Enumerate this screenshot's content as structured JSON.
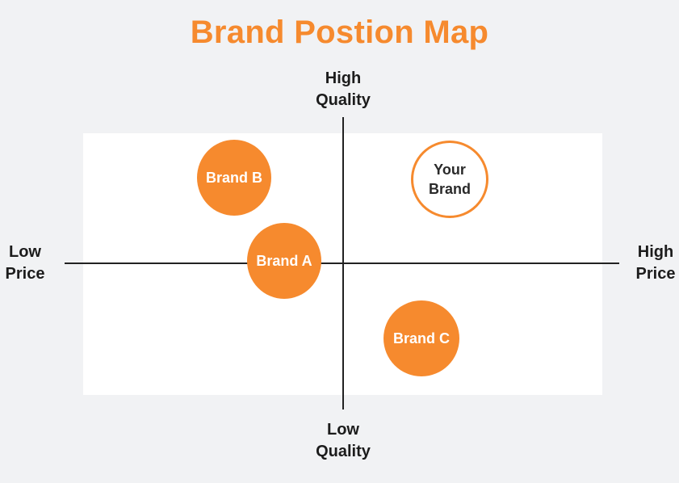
{
  "title": "Brand Postion Map",
  "colors": {
    "accent": "#f68a2e",
    "axis": "#222222",
    "panel": "#ffffff",
    "background": "#f1f2f4"
  },
  "axes": {
    "top": [
      "High",
      "Quality"
    ],
    "bottom": [
      "Low",
      "Quality"
    ],
    "left": [
      "Low",
      "Price"
    ],
    "right": [
      "High",
      "Price"
    ]
  },
  "brands": {
    "brand_b": {
      "label": "Brand B",
      "style": "filled"
    },
    "brand_a": {
      "label": "Brand A",
      "style": "filled"
    },
    "brand_c": {
      "label": "Brand C",
      "style": "filled"
    },
    "your_brand": {
      "label_lines": [
        "Your",
        "Brand"
      ],
      "style": "outline"
    }
  }
}
